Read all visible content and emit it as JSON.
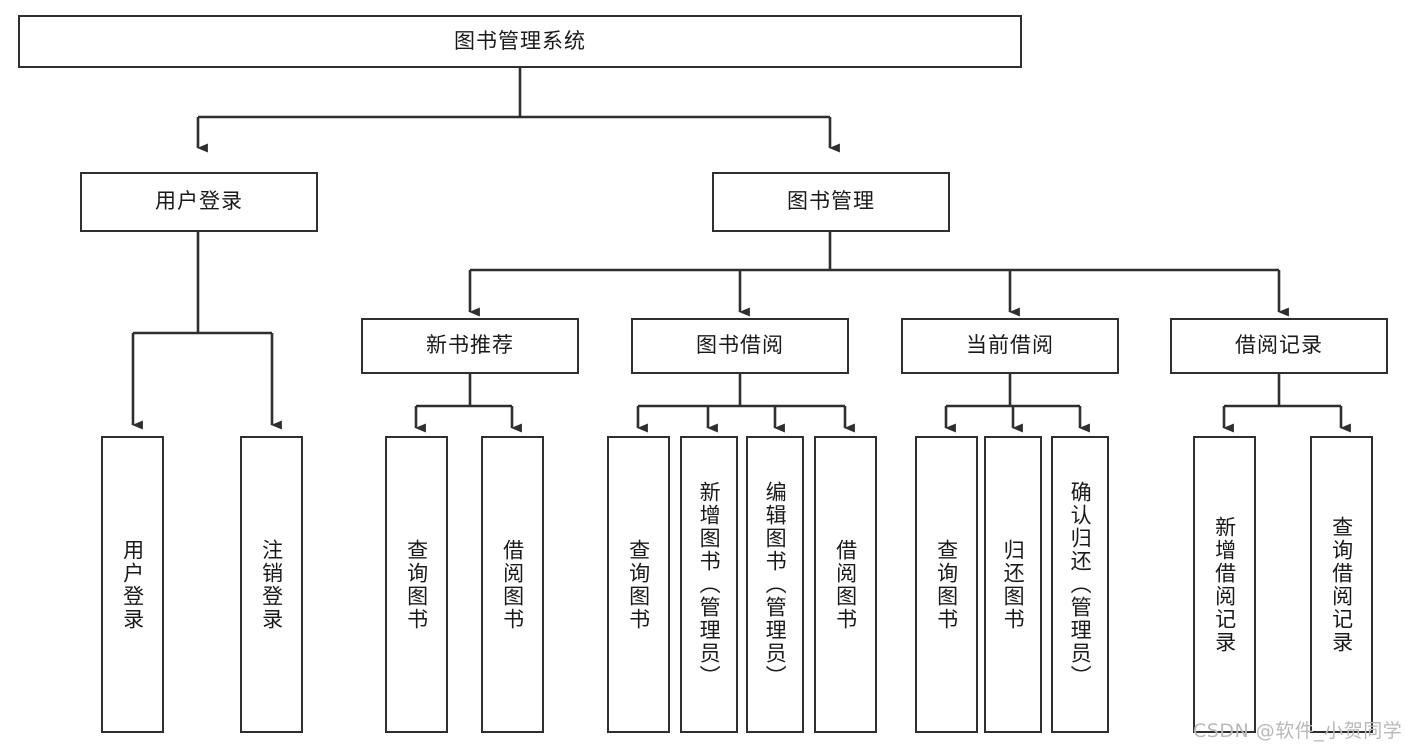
{
  "diagram": {
    "title": "图书管理系统",
    "type": "tree-hierarchy",
    "watermark": "CSDN @软件_小贺同学",
    "colors": {
      "stroke": "#2f2f2f",
      "fill": "#ffffff",
      "text": "#1a1a1a",
      "watermark": "#b9b9b9"
    },
    "levels": {
      "root": {
        "label": "图书管理系统"
      },
      "level2": [
        {
          "id": "user-login",
          "label": "用户登录"
        },
        {
          "id": "book-manage",
          "label": "图书管理"
        }
      ],
      "level3": [
        {
          "id": "new-book-recommend",
          "label": "新书推荐",
          "parent": "book-manage"
        },
        {
          "id": "book-borrow",
          "label": "图书借阅",
          "parent": "book-manage"
        },
        {
          "id": "current-borrow",
          "label": "当前借阅",
          "parent": "book-manage"
        },
        {
          "id": "borrow-record",
          "label": "借阅记录",
          "parent": "book-manage"
        }
      ],
      "leaves": [
        {
          "id": "leaf-user-login",
          "label": "用户登录",
          "parent": "user-login"
        },
        {
          "id": "leaf-user-logout",
          "label": "注销登录",
          "parent": "user-login"
        },
        {
          "id": "leaf-query-book-1",
          "label": "查询图书",
          "parent": "new-book-recommend"
        },
        {
          "id": "leaf-borrow-book-1",
          "label": "借阅图书",
          "parent": "new-book-recommend"
        },
        {
          "id": "leaf-query-book-2",
          "label": "查询图书",
          "parent": "book-borrow"
        },
        {
          "id": "leaf-add-book",
          "label": "新增图书（管理员）",
          "parent": "book-borrow"
        },
        {
          "id": "leaf-edit-book",
          "label": "编辑图书（管理员）",
          "parent": "book-borrow"
        },
        {
          "id": "leaf-borrow-book-2",
          "label": "借阅图书",
          "parent": "book-borrow"
        },
        {
          "id": "leaf-query-book-3",
          "label": "查询图书",
          "parent": "current-borrow"
        },
        {
          "id": "leaf-return-book",
          "label": "归还图书",
          "parent": "current-borrow"
        },
        {
          "id": "leaf-confirm-return",
          "label": "确认归还（管理员）",
          "parent": "current-borrow"
        },
        {
          "id": "leaf-add-record",
          "label": "新增借阅记录",
          "parent": "borrow-record"
        },
        {
          "id": "leaf-query-record",
          "label": "查询借阅记录",
          "parent": "borrow-record"
        }
      ]
    }
  }
}
